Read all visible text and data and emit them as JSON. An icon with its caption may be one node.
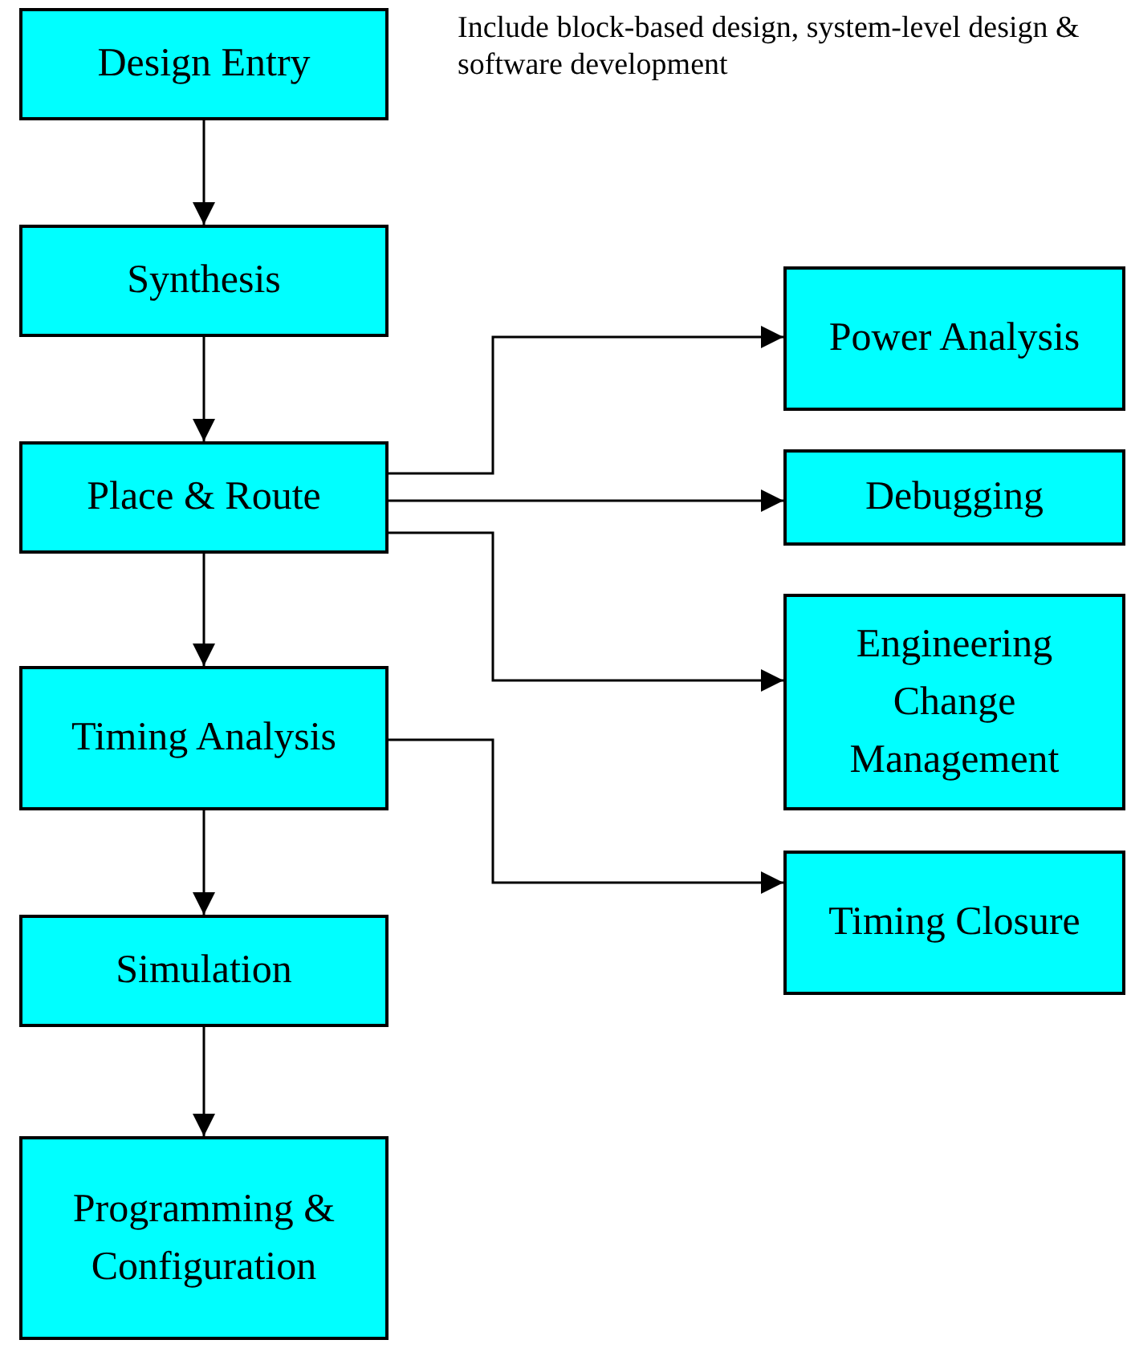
{
  "diagram": {
    "nodes": [
      {
        "text": [
          "Design Entry"
        ]
      },
      {
        "text": [
          "Synthesis"
        ]
      },
      {
        "text": [
          "Place & Route"
        ]
      },
      {
        "text": [
          "Timing Analysis"
        ]
      },
      {
        "text": [
          "Simulation"
        ]
      },
      {
        "text": [
          "Programming & Configuration"
        ]
      },
      {
        "text": [
          "Power Analysis"
        ]
      },
      {
        "text": [
          "Debugging"
        ]
      },
      {
        "text": [
          "Engineering Change Management"
        ]
      },
      {
        "text": [
          "Timing Closure"
        ]
      }
    ],
    "edges": [
      {
        "from": 0,
        "to": 1,
        "arrow": "to"
      },
      {
        "from": 1,
        "to": 2,
        "arrow": "to"
      },
      {
        "from": 2,
        "to": 3,
        "arrow": "to"
      },
      {
        "from": 3,
        "to": 4,
        "arrow": "to"
      },
      {
        "from": 4,
        "to": 5,
        "arrow": "to"
      },
      {
        "from": 2,
        "to": 6,
        "arrow": "to"
      },
      {
        "from": 2,
        "to": 7,
        "arrow": "to"
      },
      {
        "from": 2,
        "to": 8,
        "arrow": "to"
      },
      {
        "from": 3,
        "to": 9,
        "arrow": "to"
      }
    ],
    "labels": [
      "Include block-based design, system-level design & software development"
    ]
  }
}
